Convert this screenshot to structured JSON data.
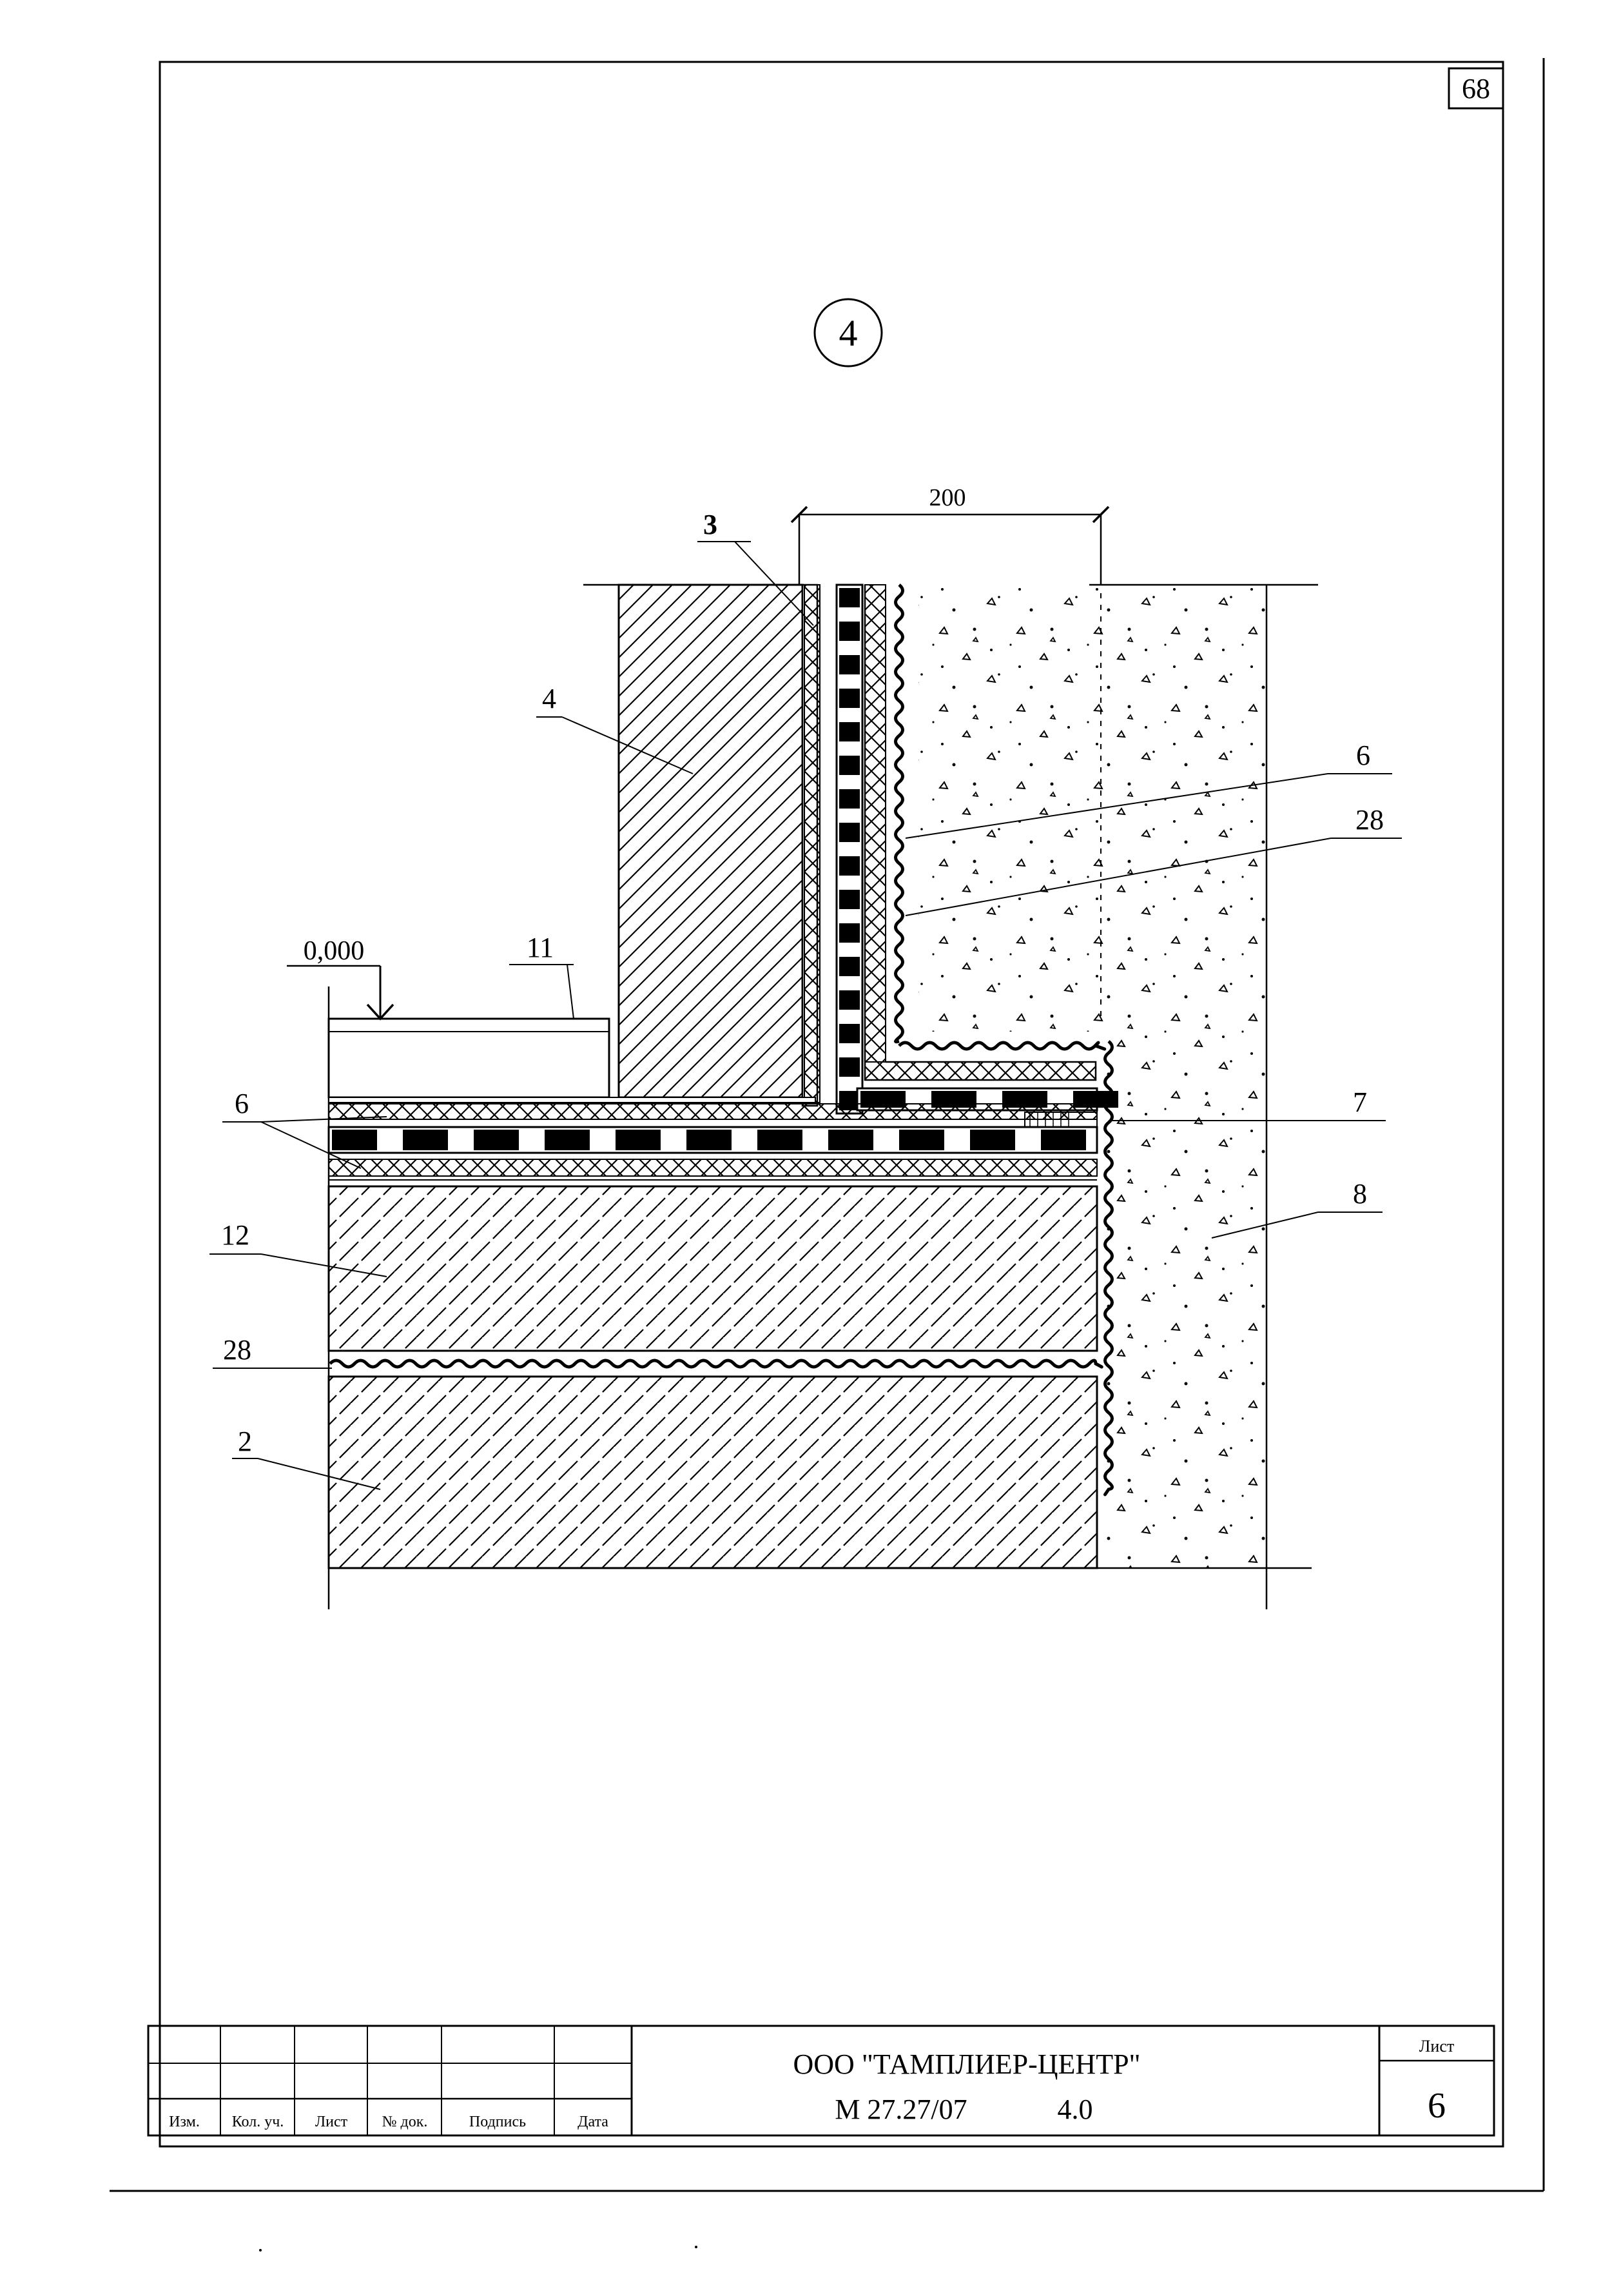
{
  "sheet_corner_number": "68",
  "detail_number": "4",
  "dimension_label": "200",
  "elevation_label": "0,000",
  "callouts": {
    "c3": "3",
    "c4": "4",
    "c6_top": "6",
    "c28_top": "28",
    "c11": "11",
    "c6_left": "6",
    "c7": "7",
    "c8": "8",
    "c12": "12",
    "c28_left": "28",
    "c2": "2"
  },
  "title_block": {
    "company": "ООО \"ТАМПЛИЕР-ЦЕНТР\"",
    "doc_code": "М 27.27/07",
    "version": "4.0",
    "sheet_label": "Лист",
    "sheet_number": "6",
    "columns": [
      "Изм.",
      "Кол. уч.",
      "Лист",
      "№ док.",
      "Подпись",
      "Дата"
    ]
  }
}
